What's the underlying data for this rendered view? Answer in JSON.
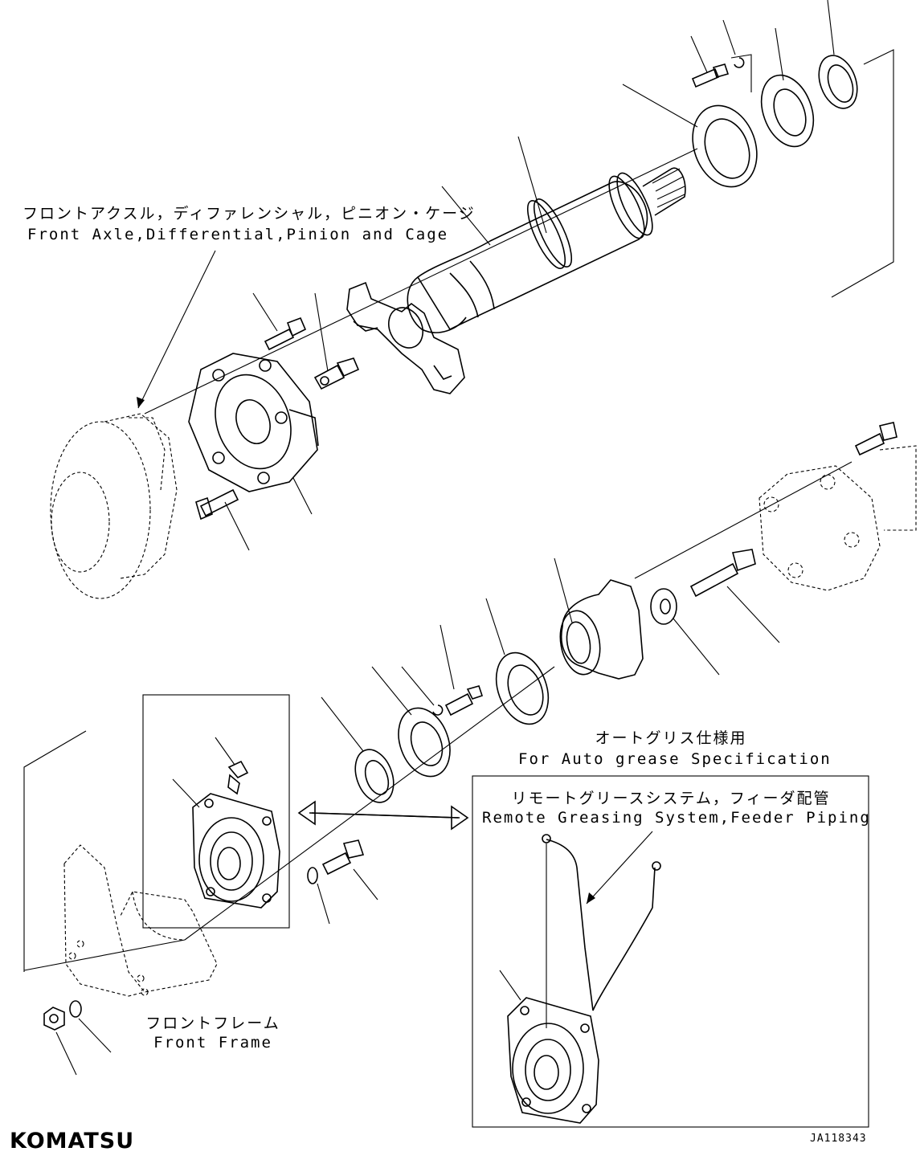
{
  "labels": {
    "axle_jp": "フロントアクスル，ディファレンシャル，ピニオン・ケージ",
    "axle_en": "Front Axle,Differential,Pinion and Cage",
    "auto_jp": "オートグリス仕様用",
    "auto_en": "For Auto grease Specification",
    "remote_jp": "リモートグリースシステム，フィーダ配管",
    "remote_en": "Remote Greasing System,Feeder Piping",
    "frame_jp": "フロントフレーム",
    "frame_en": "Front Frame"
  },
  "logo": "KOMATSU",
  "drawing_ref": "JA118343",
  "icons": {
    "logo": "komatsu-logo",
    "exchange": "double-headed-arrow-icon"
  }
}
